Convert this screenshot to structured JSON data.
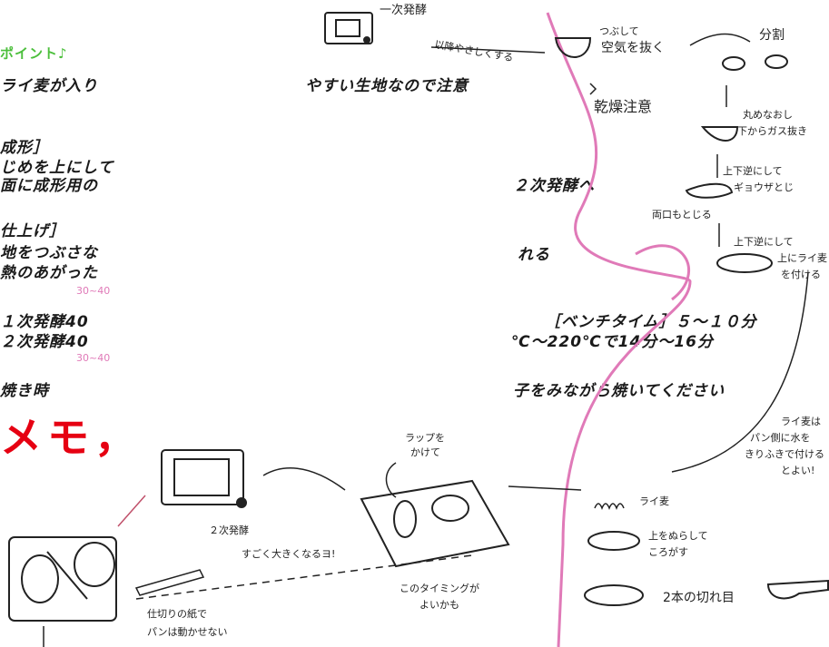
{
  "doc": {
    "point_heading": "ポイント♪",
    "line1_left": "ライ麦が入り",
    "line1_right": "やすい生地なので注意",
    "shaping_heading": "成形］",
    "shaping_l1_left": "じめを上にして",
    "shaping_l2_left": "面に成形用の",
    "shaping_right": "２次発酵へ",
    "finish_heading": "仕上げ］",
    "finish_l1_left": "地をつぶさな",
    "finish_l1_right": "れる",
    "finish_l2_left": "熱のあがった",
    "temp_note_1": "30~40",
    "ferm1_left": "１次発酵40",
    "ferm2_left": "２次発酵40",
    "temp_note_2": "30~40",
    "bench_label": "［ベンチタイム］５～１０分",
    "bake_right": "℃～220℃で14分～16分",
    "bake_time_left": "焼き時",
    "bake_note_right": "子をみながら焼いてください",
    "memo": "メモ，"
  },
  "sketch": {
    "first_ferment": "一次発酵",
    "gentle_remove": "以降やさしくする",
    "press_degas_1": "つぶして",
    "press_degas_2": "空気を抜く",
    "divide": "分割",
    "dry_caution": "乾燥注意",
    "round_1": "丸めなおし",
    "round_2": "下からガス抜き",
    "flip_1": "上下逆にして",
    "flip_2": "ギョウザとじ",
    "both_close": "両口もとじる",
    "flip_top_1": "上下逆にして",
    "flip_top_2": "上にライ麦",
    "flip_top_3": "を付ける",
    "rye_note_1": "ライ麦は",
    "rye_note_2": "パン側に水を",
    "rye_note_3": "きりふきで付ける",
    "rye_note_4": "とよい!",
    "rye_label": "ライ麦",
    "wet_top_1": "上をぬらして",
    "wet_top_2": "ころがす",
    "two_cuts": "2本の切れ目",
    "wrap_1": "ラップを",
    "wrap_2": "かけて",
    "timing_1": "このタイミングが",
    "timing_2": "よいかも",
    "second_ferment": "２次発酵",
    "big_rise": "すごく大きくなるヨ!",
    "divider_1": "仕切りの紙で",
    "divider_2": "パンは動かせない"
  },
  "colors": {
    "green": "#4cbf3c",
    "memo": "#e60012",
    "pink_line": "#e07ab8"
  }
}
